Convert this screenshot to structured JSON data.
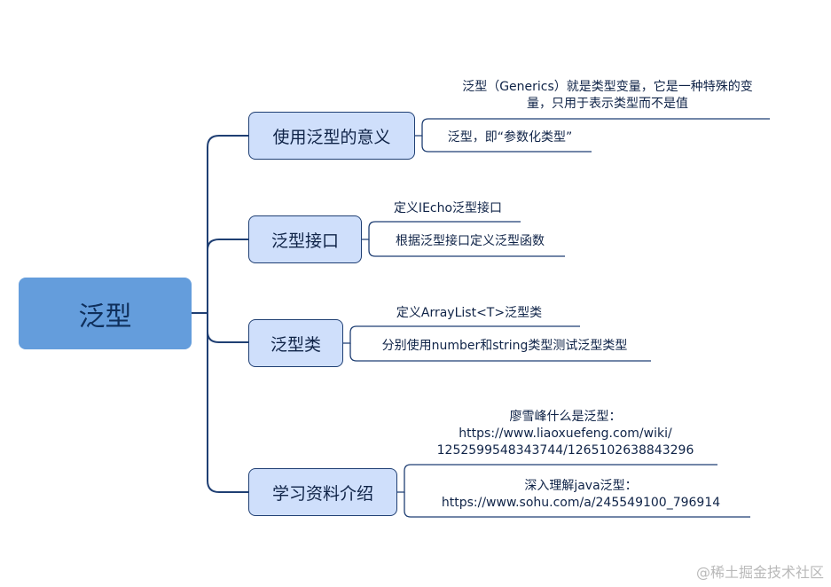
{
  "root": {
    "label": "泛型"
  },
  "branches": [
    {
      "label": "使用泛型的意义",
      "leaves": [
        [
          "泛型（Generics）就是类型变量，它是一种特殊的变",
          "量，只用于表示类型而不是值"
        ],
        [
          "泛型，即“参数化类型”"
        ]
      ]
    },
    {
      "label": "泛型接口",
      "leaves": [
        [
          "定义IEcho泛型接口"
        ],
        [
          "根据泛型接口定义泛型函数"
        ]
      ]
    },
    {
      "label": "泛型类",
      "leaves": [
        [
          "定义ArrayList<T>泛型类"
        ],
        [
          "分别使用number和string类型测试泛型类型"
        ]
      ]
    },
    {
      "label": "学习资料介绍",
      "leaves": [
        [
          "廖雪峰什么是泛型：",
          "https://www.liaoxuefeng.com/wiki/",
          "1252599548343744/1265102638843296"
        ],
        [
          "深入理解java泛型：",
          "https://www.sohu.com/a/245549100_796914"
        ]
      ]
    }
  ],
  "watermark": "@稀土掘金技术社区",
  "colors": {
    "root_fill": "#649ddc",
    "branch_fill": "#cfdffb",
    "line": "#1f3f73"
  }
}
